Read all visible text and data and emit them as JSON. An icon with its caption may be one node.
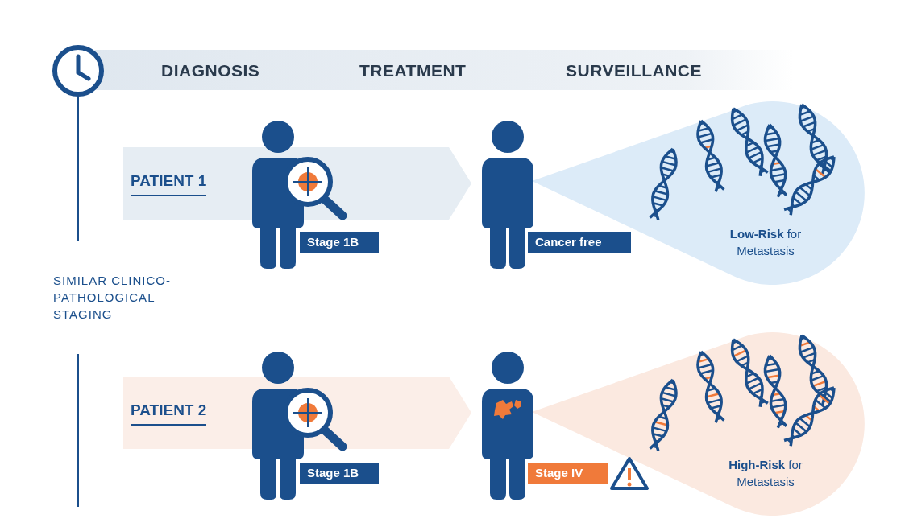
{
  "diagram": {
    "nodes": [
      {
        "text": [
          "PATIENT 1"
        ]
      },
      {
        "text": [
          "Stage 1B"
        ]
      },
      {
        "text": [
          "Cancer free"
        ]
      },
      {
        "text": [
          "**Low-Risk** for Metastasis"
        ]
      },
      {
        "text": [
          "PATIENT 2"
        ]
      },
      {
        "text": [
          "Stage 1B"
        ]
      },
      {
        "text": [
          "Stage IV"
        ]
      },
      {
        "text": [
          "**High-Risk** for Metastasis"
        ]
      }
    ],
    "labels": [
      "DIAGNOSIS",
      "TREATMENT",
      "SURVEILLANCE",
      "SIMILAR CLINICO-PATHOLOGICAL STAGING"
    ]
  }
}
